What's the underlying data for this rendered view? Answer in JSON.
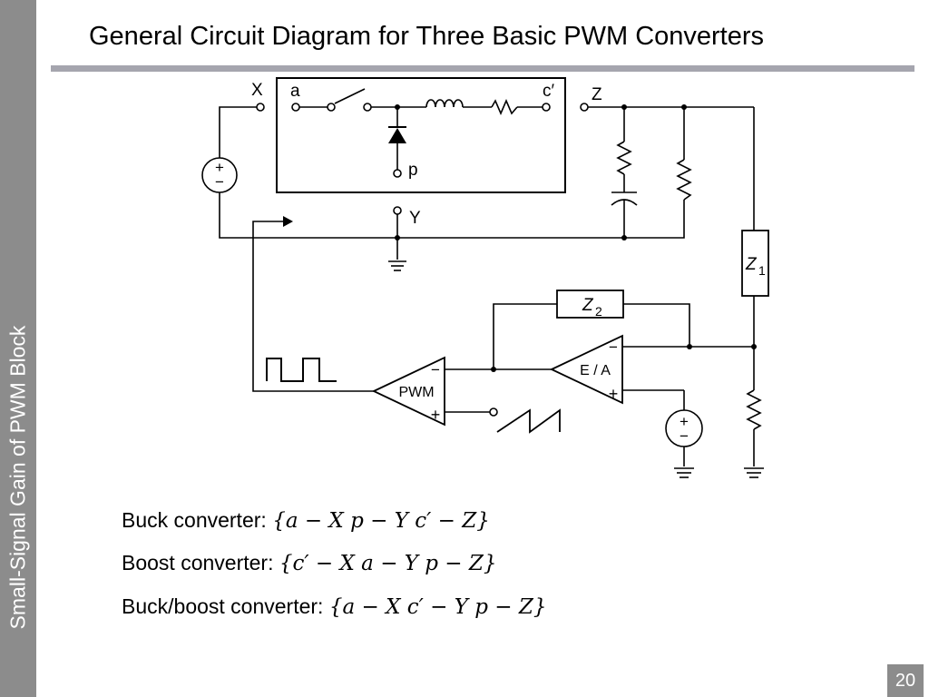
{
  "slide": {
    "title": "General Circuit Diagram for Three Basic PWM Converters",
    "sidebar_label": "Small-Signal Gain of PWM Block",
    "page_number": "20"
  },
  "diagram": {
    "terminals": {
      "x": "X",
      "a": "a",
      "c_prime": "c′",
      "z": "Z",
      "p": "p",
      "y": "Y"
    },
    "z1_main": "Z",
    "z1_sub": "1",
    "z2_main": "Z",
    "z2_sub": "2",
    "pwm_label": "PWM",
    "ea_label": "E / A",
    "plus": "+",
    "minus": "−"
  },
  "equations": [
    {
      "label": "Buck converter:",
      "set": "{a − X  p − Y  c′ − Z}"
    },
    {
      "label": "Boost converter:",
      "set": "{c′ − X  a − Y  p − Z}"
    },
    {
      "label": "Buck/boost converter:",
      "set": "{a − X  c′ − Y  p − Z}"
    }
  ]
}
